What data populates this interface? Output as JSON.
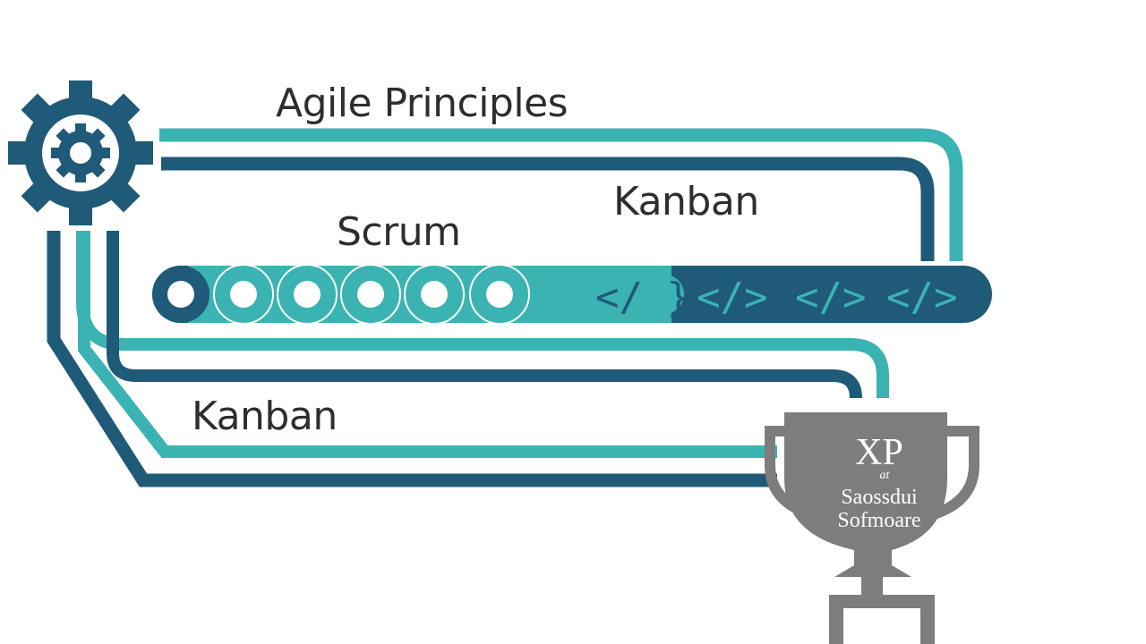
{
  "diagram": {
    "labels": {
      "agile_principles": "Agile Principles",
      "kanban_top": "Kanban",
      "scrum": "Scrum",
      "kanban_bottom": "Kanban"
    },
    "trophy": {
      "line1": "XP",
      "line2": "at",
      "line3": "Saossdui",
      "line4": "Sofmoare"
    },
    "code_glyphs": [
      "</ }",
      "</>",
      "</>",
      "</>"
    ],
    "scrum_circle_count": 6,
    "colors": {
      "teal": "#3bb3b3",
      "navy": "#1f5a78",
      "gray": "#7d7d7d",
      "text": "#2e2e2e",
      "background": "#ffffff"
    }
  }
}
